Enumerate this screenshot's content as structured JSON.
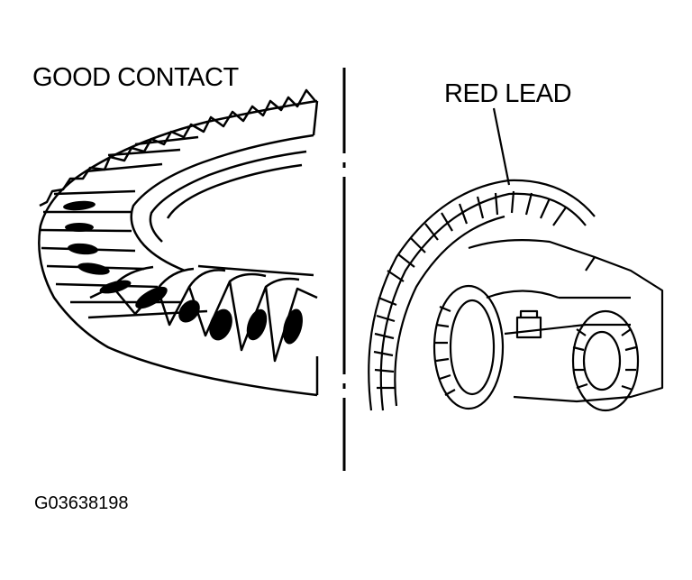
{
  "figure": {
    "left_caption": "GOOD CONTACT",
    "right_callout": "RED LEAD",
    "figure_code": "G03638198"
  },
  "colors": {
    "ink": "#000000",
    "paper": "#ffffff"
  },
  "icons": {
    "left_panel": "ring-gear-contact-pattern-drawing",
    "right_panel": "differential-ring-gear-drawing"
  }
}
